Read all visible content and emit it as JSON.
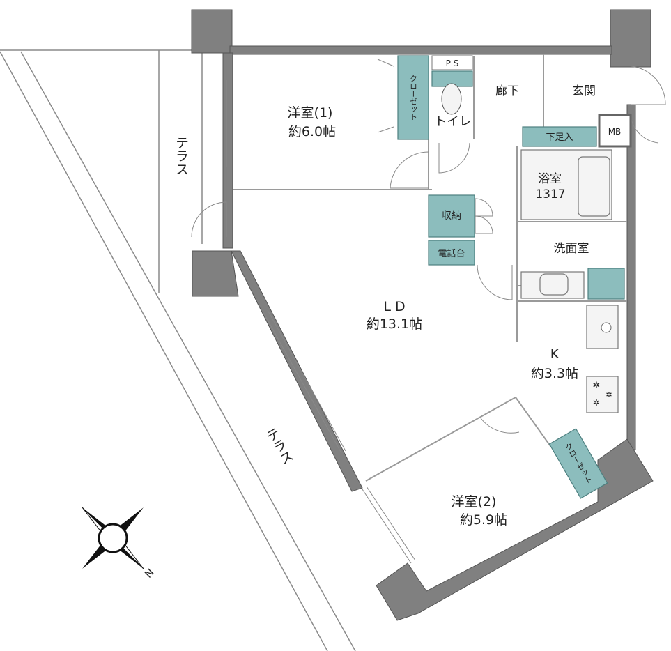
{
  "rooms": {
    "western1_name": "洋室(1)",
    "western1_area": "約6.0帖",
    "western2_name": "洋室(2)",
    "western2_area": "約5.9帖",
    "ld_name": "L D",
    "ld_area": "約13.1帖",
    "k_name": "K",
    "k_area": "約3.3帖",
    "corridor": "廊下",
    "entrance": "玄関",
    "toilet": "トイレ",
    "bath_name": "浴室",
    "bath_size": "1317",
    "washroom": "洗面室"
  },
  "fixtures": {
    "ps": "P S",
    "mb": "MB",
    "closet1": "クローゼット",
    "closet2": "クローゼット",
    "shoe_storage": "下足入",
    "storage": "収納",
    "phone_stand": "電話台"
  },
  "terrace": {
    "upper": "テラス",
    "lower": "テラス"
  },
  "compass": {
    "north": "N"
  },
  "colors": {
    "fixture_fill": "#8cbdbd",
    "wall": "#808080"
  }
}
